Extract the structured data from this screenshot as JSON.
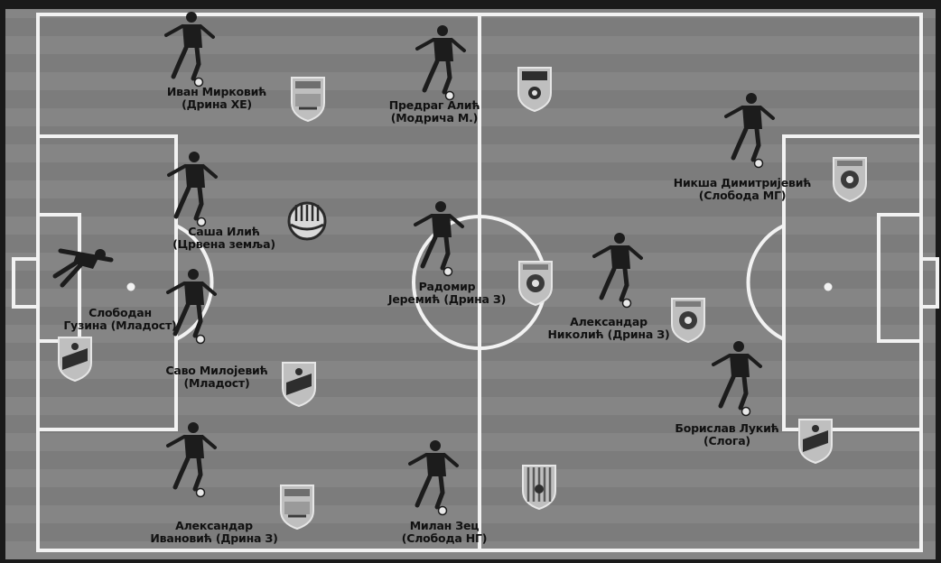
{
  "colors": {
    "frame": "#1a1a1a",
    "grass": "#808080",
    "stripe": "#7a7a7a",
    "lines": "#f2f2f2",
    "player": "#1c1c1c",
    "label": "#111111"
  },
  "players": [
    {
      "id": "ivan-mirkovic",
      "line1": "Иван Мирковић",
      "line2": "(Дрина ХЕ)",
      "pose": "run"
    },
    {
      "id": "predrag-alic",
      "line1": "Предраг Алић",
      "line2": "(Модрича М.)",
      "pose": "run"
    },
    {
      "id": "niksa-dimitrijevic",
      "line1": "Никша Димитријевић",
      "line2": "(Слобода МГ)",
      "pose": "run"
    },
    {
      "id": "sasa-ilic",
      "line1": "Саша Илић",
      "line2": "(Црвена земља)",
      "pose": "run"
    },
    {
      "id": "radomir-jeremic",
      "line1": "Радомир",
      "line2": "Јеремић (Дрина З)",
      "pose": "run"
    },
    {
      "id": "aleksandar-nikolic",
      "line1": "Александар",
      "line2": "Николић (Дрина З)",
      "pose": "run"
    },
    {
      "id": "slobodan-guzina",
      "line1": "Слободан",
      "line2": "Гузина (Младост)",
      "pose": "dive"
    },
    {
      "id": "savo-milojevic",
      "line1": "Саво Милојевић",
      "line2": "(Младост)",
      "pose": "run"
    },
    {
      "id": "borislav-lukic",
      "line1": "Борислав Лукић",
      "line2": "(Слога)",
      "pose": "run"
    },
    {
      "id": "aleksandar-ivanovic",
      "line1": "Александар",
      "line2": "Ивановић (Дрина З)",
      "pose": "run"
    },
    {
      "id": "milan-zec",
      "line1": "Милан Зец",
      "line2": "(Слобода НГ)",
      "pose": "run"
    }
  ],
  "crests": [
    {
      "id": "drina-he-crest",
      "shape": "shield-classic"
    },
    {
      "id": "modrica-crest",
      "shape": "shield-pointed"
    },
    {
      "id": "sloboda-mg-crest",
      "shape": "shield-ball"
    },
    {
      "id": "crvena-zemlja-crest",
      "shape": "circle-striped"
    },
    {
      "id": "drina-z-crest-1",
      "shape": "shield-round"
    },
    {
      "id": "drina-z-crest-2",
      "shape": "shield-round"
    },
    {
      "id": "mladost-crest-1",
      "shape": "shield-star"
    },
    {
      "id": "mladost-crest-2",
      "shape": "shield-star"
    },
    {
      "id": "sloga-crest",
      "shape": "shield-sloga"
    },
    {
      "id": "drina-z-crest-3",
      "shape": "shield-classic"
    },
    {
      "id": "sloboda-ng-crest",
      "shape": "shield-striped"
    }
  ]
}
